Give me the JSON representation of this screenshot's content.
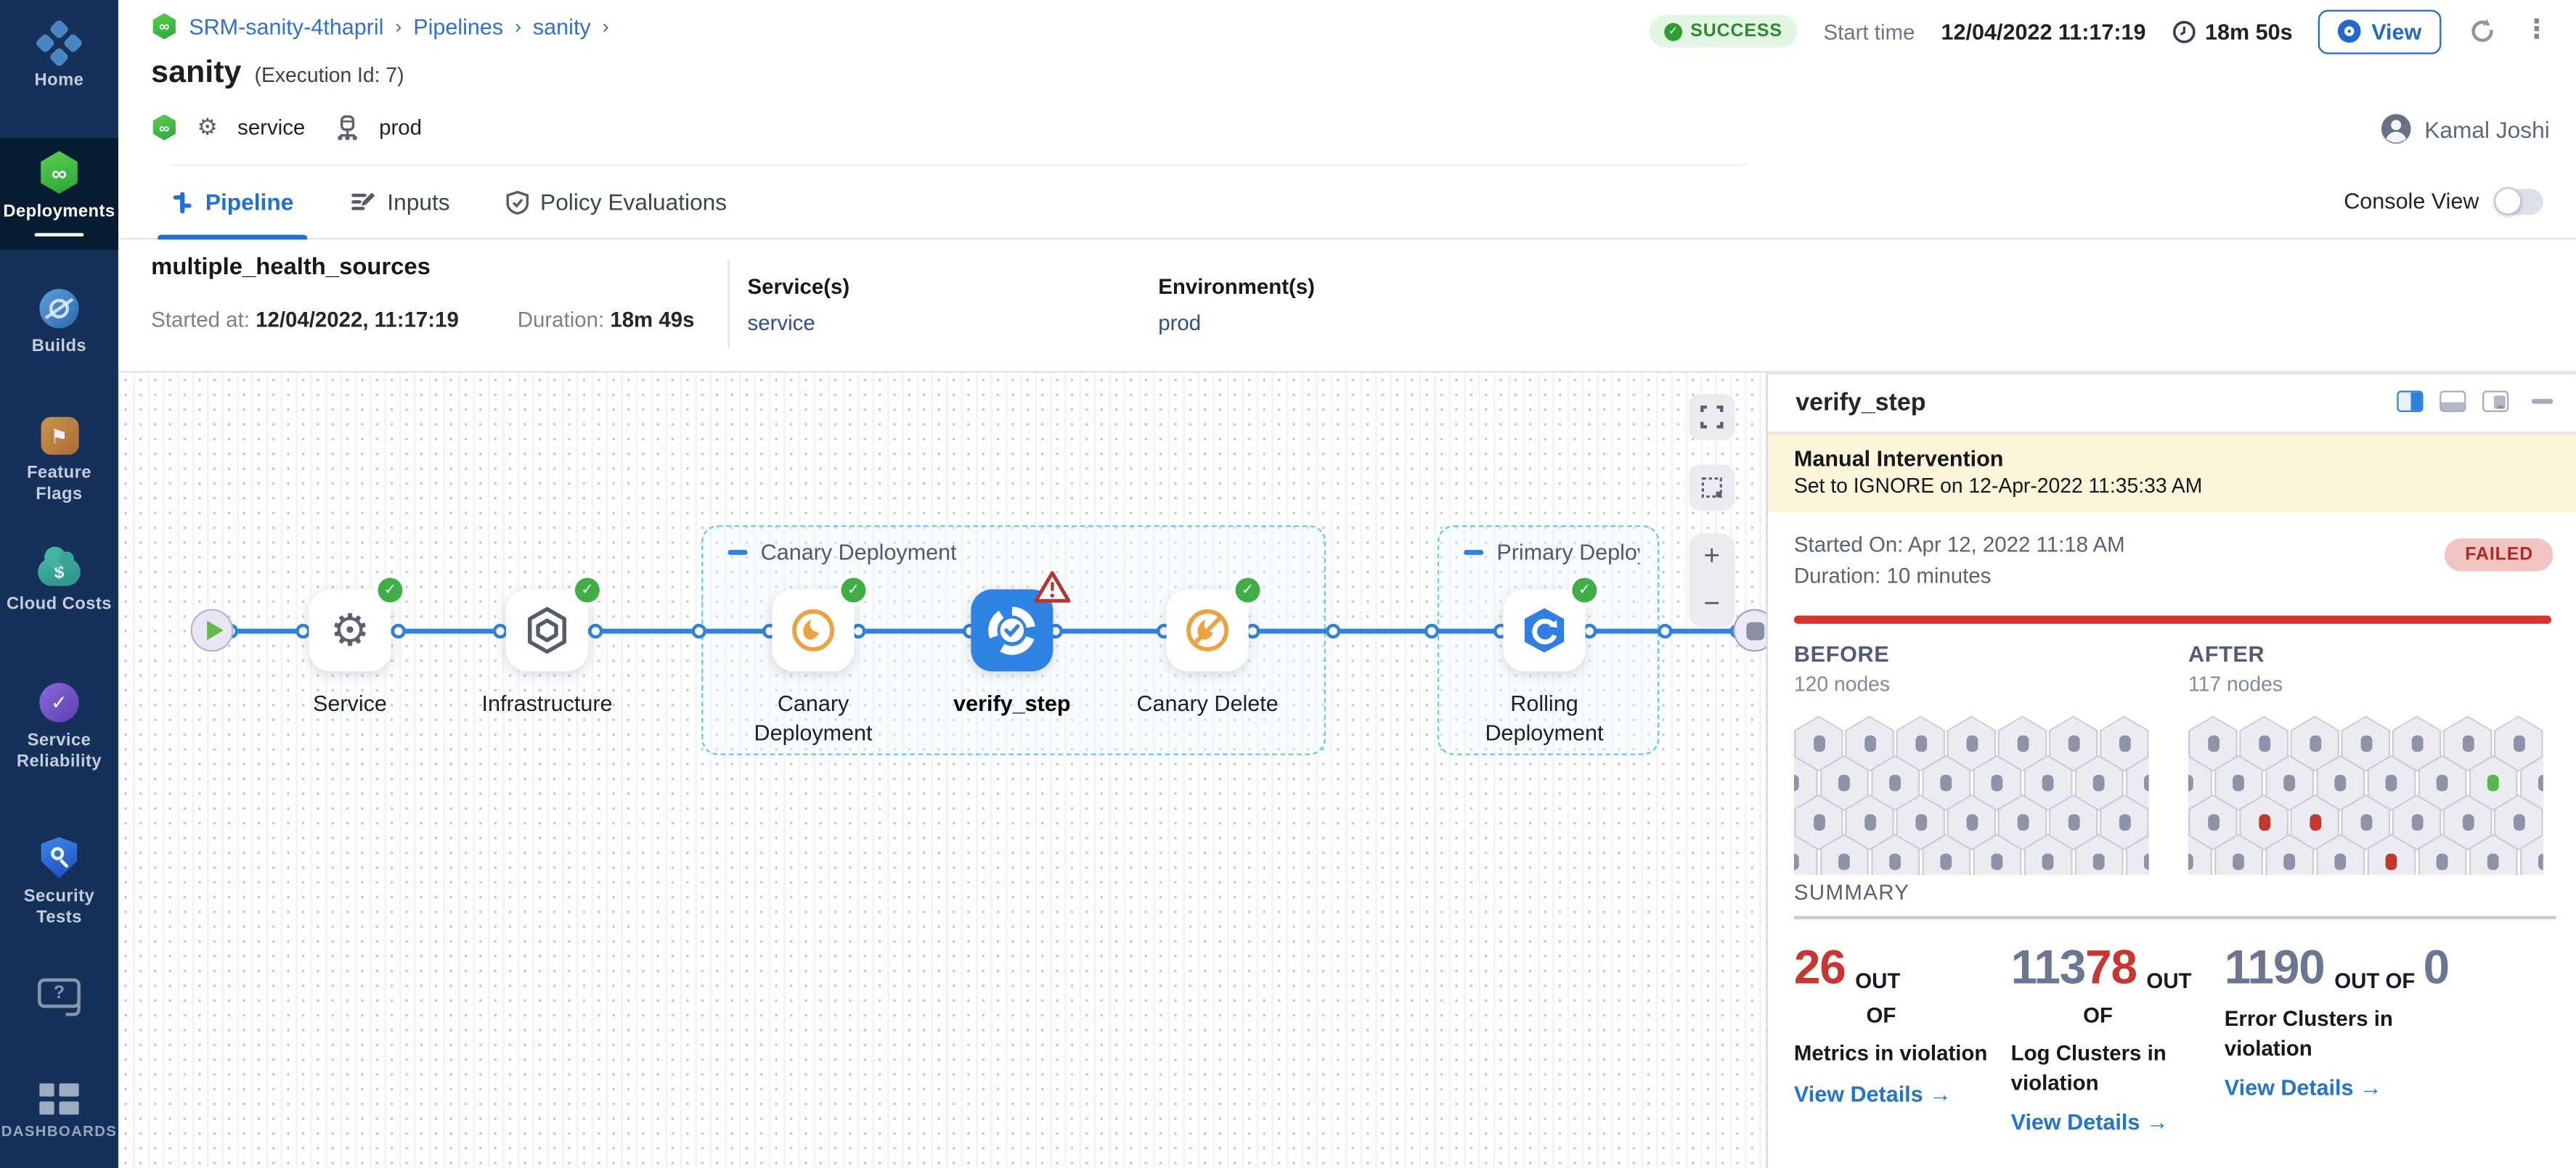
{
  "sidebar": {
    "items": [
      {
        "id": "home",
        "label": "Home",
        "icon": "home-icon",
        "active": false
      },
      {
        "id": "deployments",
        "label": "Deployments",
        "icon": "harness-deployments-icon",
        "active": true
      },
      {
        "id": "builds",
        "label": "Builds",
        "icon": "builds-icon",
        "active": false
      },
      {
        "id": "feature-flags",
        "label": "Feature Flags",
        "icon": "feature-flags-icon",
        "active": false
      },
      {
        "id": "cloud-costs",
        "label": "Cloud Costs",
        "icon": "cloud-costs-icon",
        "active": false
      },
      {
        "id": "service-reliability",
        "label": "Service Reliability",
        "icon": "service-reliability-icon",
        "active": false
      },
      {
        "id": "security-tests",
        "label": "Security Tests",
        "icon": "security-tests-icon",
        "active": false
      },
      {
        "id": "help",
        "label": "",
        "icon": "help-chat-icon",
        "active": false
      },
      {
        "id": "dashboards",
        "label": "DASHBOARDS",
        "icon": "dashboards-icon",
        "active": false
      }
    ]
  },
  "header": {
    "breadcrumb": {
      "project": "SRM-sanity-4thapril",
      "links": [
        "Pipelines",
        "sanity"
      ]
    },
    "title": "sanity",
    "execution_id": "(Execution Id: 7)",
    "status_badge": "SUCCESS",
    "start_time_label": "Start time",
    "start_time": "12/04/2022 11:17:19",
    "duration": "18m 50s",
    "view_button": "View",
    "service_tag": "service",
    "environment_tag": "prod",
    "user_name": "Kamal Joshi"
  },
  "tabs": {
    "items": [
      {
        "label": "Pipeline",
        "icon": "pipeline-icon",
        "active": true
      },
      {
        "label": "Inputs",
        "icon": "inputs-icon",
        "active": false
      },
      {
        "label": "Policy Evaluations",
        "icon": "policy-icon",
        "active": false
      }
    ],
    "console_view_label": "Console View"
  },
  "run_info": {
    "name": "multiple_health_sources",
    "started_label": "Started at:",
    "started": "12/04/2022, 11:17:19",
    "duration_label": "Duration:",
    "duration": "18m 49s",
    "services_label": "Service(s)",
    "services_value": "service",
    "environments_label": "Environment(s)",
    "environments_value": "prod"
  },
  "pipeline": {
    "groups": [
      {
        "label": "Canary Deployment"
      },
      {
        "label": "Primary Deploy..."
      }
    ],
    "nodes": [
      {
        "label": "Service",
        "icon": "gear-icon",
        "status": "success"
      },
      {
        "label": "Infrastructure",
        "icon": "infrastructure-icon",
        "status": "success"
      },
      {
        "label": "Canary Deployment",
        "icon": "canary-icon",
        "status": "success"
      },
      {
        "label": "verify_step",
        "icon": "verify-icon",
        "status": "warning",
        "selected": true
      },
      {
        "label": "Canary Delete",
        "icon": "canary-delete-icon",
        "status": "success"
      },
      {
        "label": "Rolling Deployment",
        "icon": "rolling-icon",
        "status": "success"
      }
    ]
  },
  "details_panel": {
    "title": "verify_step",
    "banner_title": "Manual Intervention",
    "banner_subtitle": "Set to IGNORE on 12-Apr-2022 11:35:33 AM",
    "started_on": "Started On: Apr 12, 2022 11:18 AM",
    "duration": "Duration: 10 minutes",
    "status_badge": "FAILED",
    "before": {
      "label": "BEFORE",
      "nodes": "120 nodes",
      "grid": [
        "ggggggg",
        "gggggg",
        "ggggggg",
        "gggggg"
      ]
    },
    "after": {
      "label": "AFTER",
      "nodes": "117 nodes",
      "grid": [
        "ggggggg",
        "gggggG",
        "grrgggg",
        "gggrgg"
      ]
    },
    "summary_label": "SUMMARY",
    "summary_cards": [
      {
        "value_parts": [
          {
            "text": "26",
            "color": "red"
          }
        ],
        "out_of": "OUT OF",
        "label": "Metrics in violation",
        "link": "View Details →"
      },
      {
        "value_parts": [
          {
            "text": "113",
            "color": "gray"
          },
          {
            "text": "78",
            "color": "red"
          }
        ],
        "out_of": "OUT OF",
        "label": "Log Clusters in violation",
        "link": "View Details →"
      },
      {
        "value_parts": [
          {
            "text": "1190",
            "color": "gray"
          }
        ],
        "out_of": "OUT OF",
        "out_of_value": "0",
        "label": "Error Clusters in violation",
        "link": "View Details →"
      }
    ]
  },
  "colors": {
    "accent_blue": "#2070da",
    "connector_blue": "#2f82e0",
    "success_green": "#3fae47",
    "failed_red": "#b02a24",
    "violation_red": "#c8362f",
    "hex_dot_gray": "#8f93a8",
    "hex_dot_red": "#c23a2e",
    "hex_dot_green": "#55b94a"
  }
}
